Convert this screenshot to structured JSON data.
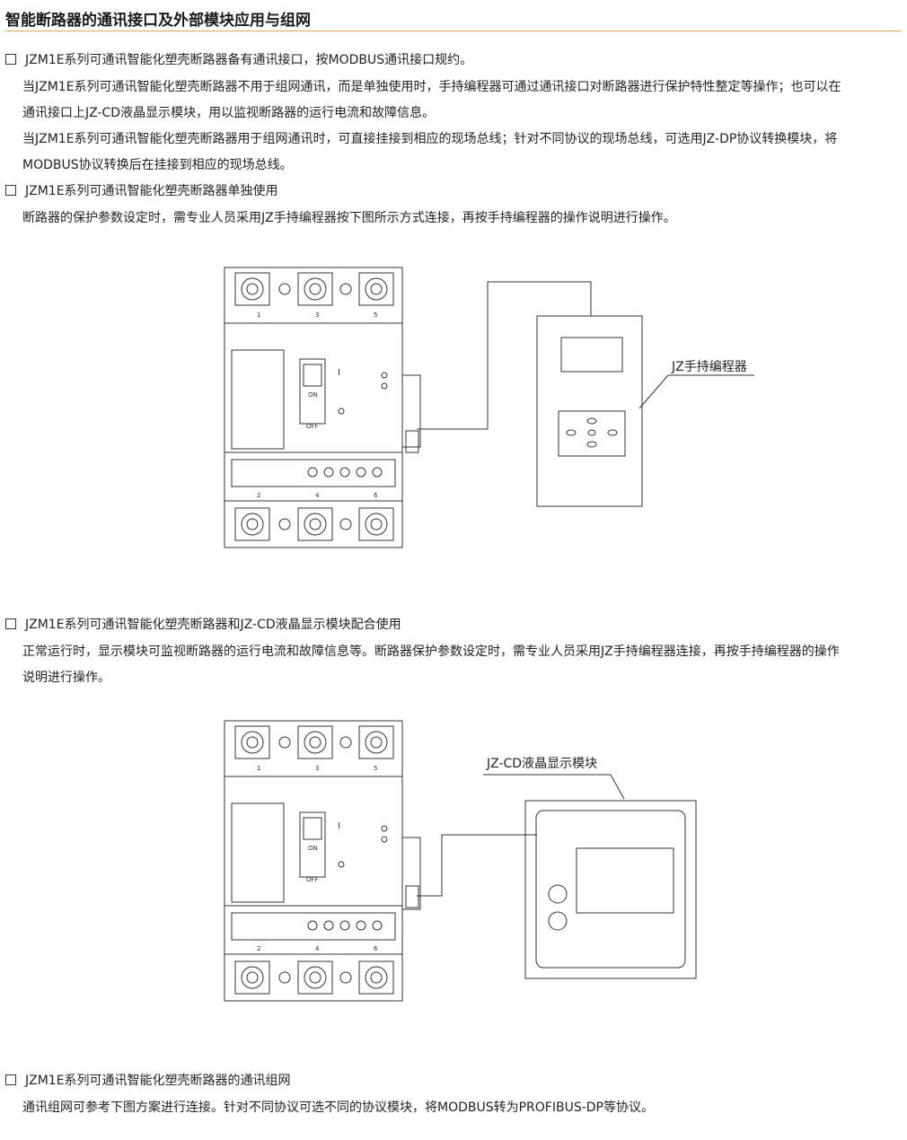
{
  "title": "智能断路器的通讯接口及外部模块应用与组网",
  "sections": [
    {
      "heading": "JZM1E系列可通讯智能化塑壳断路器备有通讯接口，按MODBUS通讯接口规约。",
      "lines": [
        "当JZM1E系列可通讯智能化塑壳断路器不用于组网通讯，而是单独使用时，手持编程器可通过通讯接口对断路器进行保护特性整定等操作；也可以在",
        "通讯接口上JZ-CD液晶显示模块，用以监视断路器的运行电流和故障信息。",
        "当JZM1E系列可通讯智能化塑壳断路器用于组网通讯时，可直接挂接到相应的现场总线；针对不同协议的现场总线，可选用JZ-DP协议转换模块，将",
        "MODBUS协议转换后在挂接到相应的现场总线。"
      ]
    },
    {
      "heading": "JZM1E系列可通讯智能化塑壳断路器单独使用",
      "lines": [
        "断路器的保护参数设定时，需专业人员采用JZ手持编程器按下图所示方式连接，再按手持编程器的操作说明进行操作。"
      ]
    },
    {
      "heading": "JZM1E系列可通讯智能化塑壳断路器和JZ-CD液晶显示模块配合使用",
      "lines": [
        "正常运行时，显示模块可监视断路器的运行电流和故障信息等。断路器保护参数设定时，需专业人员采用JZ手持编程器连接，再按手持编程器的操作",
        "说明进行操作。"
      ]
    },
    {
      "heading": "JZM1E系列可通讯智能化塑壳断路器的通讯组网",
      "lines": [
        "通讯组网可参考下图方案进行连接。针对不同协议可选不同的协议模块，将MODBUS转为PROFIBUS-DP等协议。"
      ]
    }
  ],
  "figure1": {
    "label": "JZ手持编程器"
  },
  "figure2": {
    "label": "JZ-CD液晶显示模块"
  },
  "breaker": {
    "terminals_top": [
      "1",
      "3",
      "5"
    ],
    "terminals_bottom": [
      "2",
      "4",
      "6"
    ],
    "on_label": "ON",
    "off_label": "OFF",
    "i_label": "I"
  }
}
